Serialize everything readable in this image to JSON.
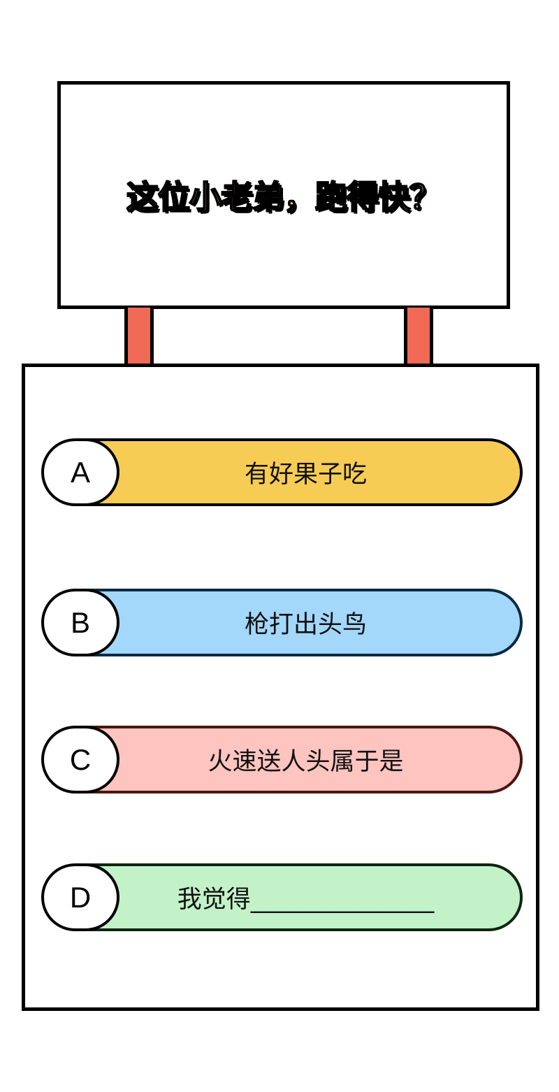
{
  "question": {
    "title": "这位小老弟，跑得快？"
  },
  "colors": {
    "title_fill": "#f7c94f",
    "post": "#f06a55",
    "option_a": "#f7cc55",
    "option_b": "#a3d8fb",
    "option_c": "#fec4c0",
    "option_d": "#c3f2c8",
    "border_a": "#000000",
    "border_b": "#0b2a40",
    "border_c": "#4a1510",
    "border_d": "#102510"
  },
  "options": [
    {
      "letter": "A",
      "text": "有好果子吃"
    },
    {
      "letter": "B",
      "text": "枪打出头鸟"
    },
    {
      "letter": "C",
      "text": "火速送人头属于是"
    },
    {
      "letter": "D",
      "text": "我觉得_______________"
    }
  ]
}
